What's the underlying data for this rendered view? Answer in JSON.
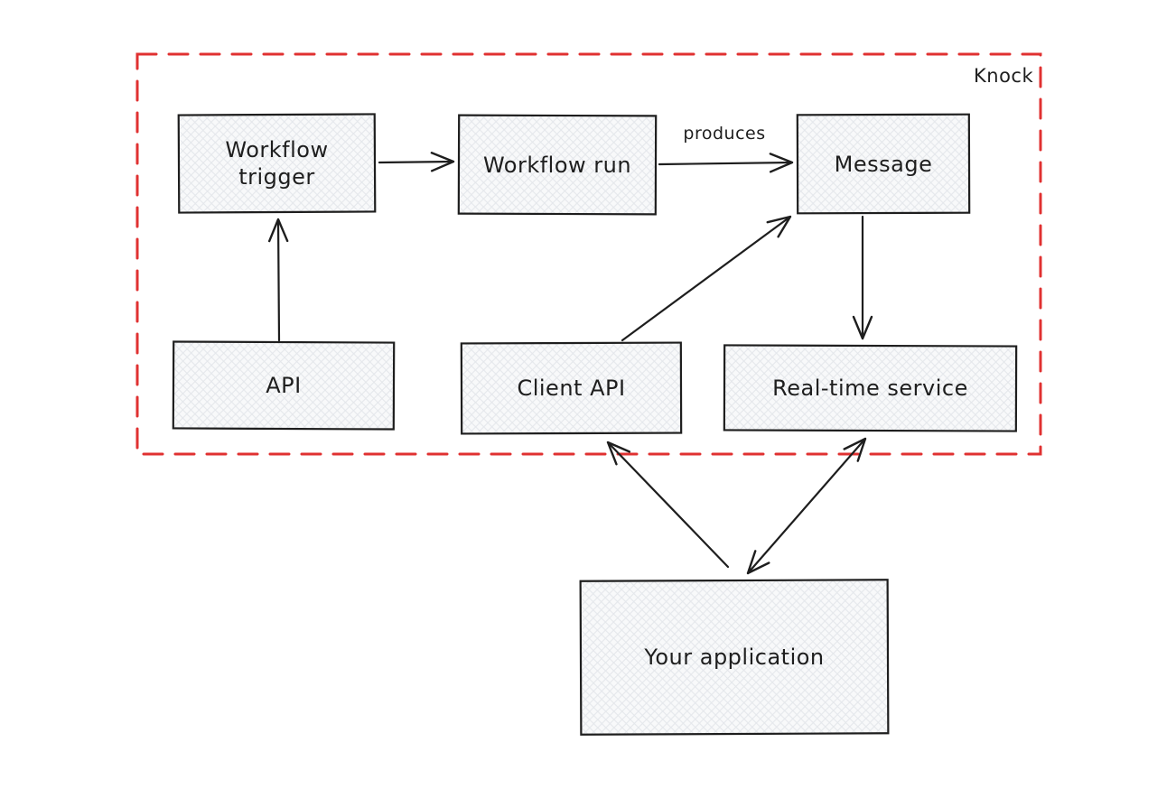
{
  "frame": {
    "label": "Knock",
    "border_color": "#e03131"
  },
  "nodes": {
    "workflow_trigger": {
      "label": "Workflow trigger"
    },
    "workflow_run": {
      "label": "Workflow run"
    },
    "message": {
      "label": "Message"
    },
    "api": {
      "label": "API"
    },
    "client_api": {
      "label": "Client API"
    },
    "realtime_service": {
      "label": "Real-time service"
    },
    "your_application": {
      "label": "Your application"
    }
  },
  "edges": [
    {
      "from": "workflow_trigger",
      "to": "workflow_run",
      "label": "",
      "bidirectional": false
    },
    {
      "from": "workflow_run",
      "to": "message",
      "label": "produces",
      "bidirectional": false
    },
    {
      "from": "api",
      "to": "workflow_trigger",
      "label": "",
      "bidirectional": false
    },
    {
      "from": "client_api",
      "to": "message",
      "label": "",
      "bidirectional": false
    },
    {
      "from": "message",
      "to": "realtime_service",
      "label": "",
      "bidirectional": false
    },
    {
      "from": "your_application",
      "to": "client_api",
      "label": "",
      "bidirectional": false
    },
    {
      "from": "your_application",
      "to": "realtime_service",
      "label": "",
      "bidirectional": true
    }
  ],
  "edge_labels": {
    "produces": "produces"
  },
  "colors": {
    "stroke": "#1e1e1e",
    "frame_border": "#e03131",
    "node_fill": "#f8f9fa",
    "hatch_line": "#e4e7eb",
    "background": "#ffffff"
  }
}
